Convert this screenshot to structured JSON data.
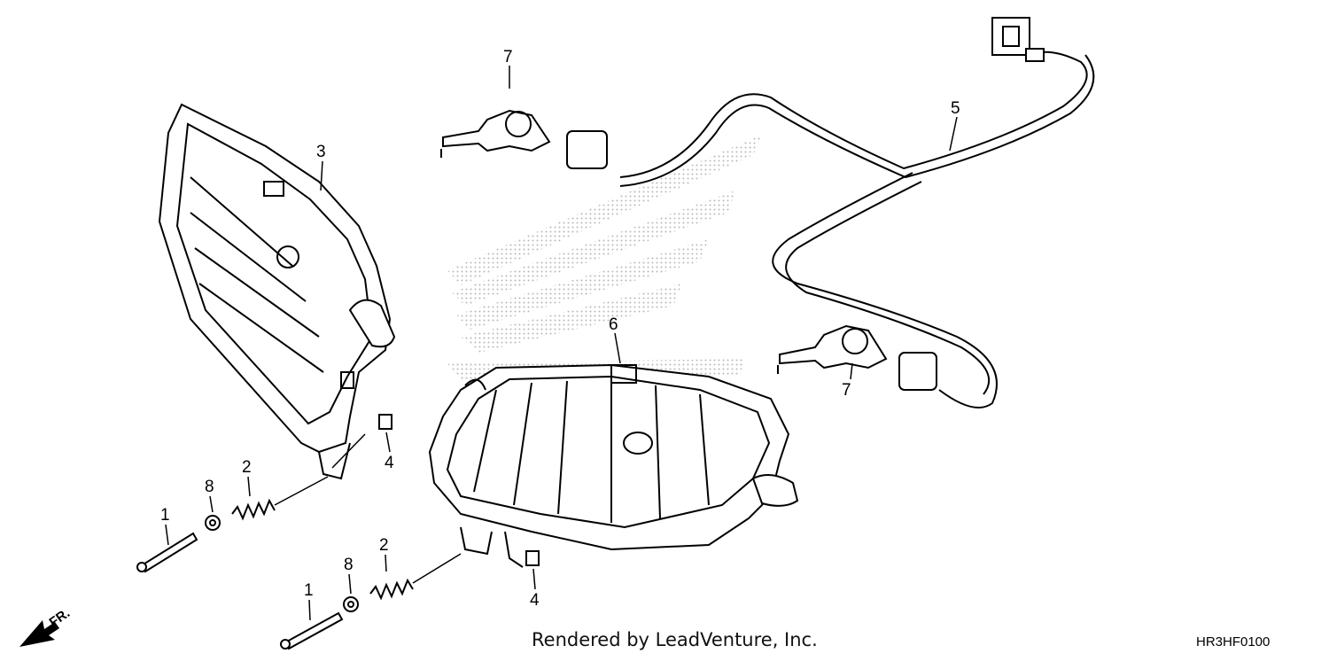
{
  "diagram": {
    "callouts": {
      "c1_left": "1",
      "c1_right": "1",
      "c2_left": "2",
      "c2_right": "2",
      "c3": "3",
      "c4_left": "4",
      "c4_right": "4",
      "c5": "5",
      "c6": "6",
      "c7_top": "7",
      "c7_right": "7",
      "c8_left": "8",
      "c8_right": "8"
    },
    "direction_label": "FR.",
    "caption": "Rendered by LeadVenture, Inc.",
    "figure_code": "HR3HF0100"
  },
  "colors": {
    "line": "#000000",
    "background": "#ffffff",
    "watermark": "#bdbdbd"
  }
}
